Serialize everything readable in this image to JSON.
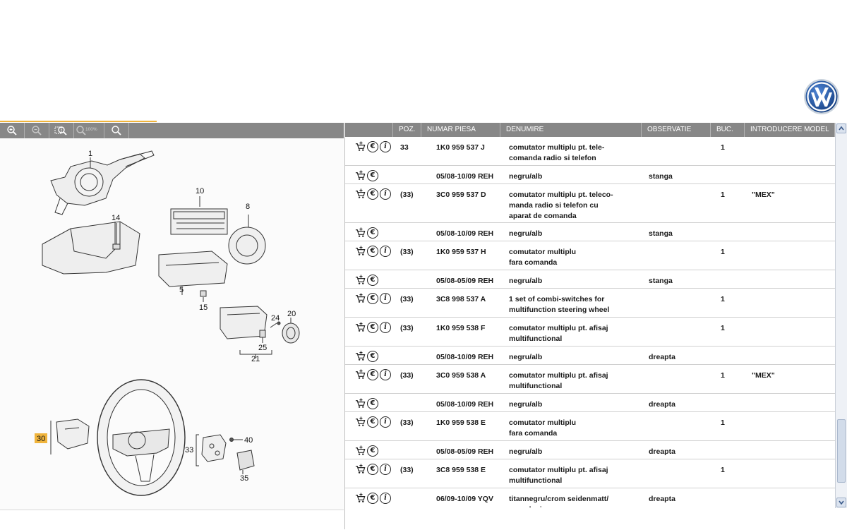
{
  "toolbar": {
    "buttons": [
      {
        "name": "zoom-in-icon"
      },
      {
        "name": "zoom-out-icon"
      },
      {
        "name": "zoom-area-icon"
      },
      {
        "name": "zoom-100-icon",
        "label": "100%"
      },
      {
        "name": "search-icon"
      }
    ]
  },
  "diagram": {
    "callouts": [
      "1",
      "14",
      "10",
      "8",
      "5",
      "15",
      "24",
      "20",
      "25",
      "21",
      "30",
      "33",
      "40",
      "35"
    ],
    "highlight_color": "#f0b43c"
  },
  "table": {
    "headers": [
      "POZ.",
      "NUMAR PIESA",
      "DENUMIRE",
      "OBSERVATIE",
      "BUC.",
      "INTRODUCERE MODEL"
    ],
    "rows": [
      {
        "info": true,
        "poz": "33",
        "part": "1K0 959 537 J",
        "name": "comutator multiplu pt. tele-\ncomanda radio si telefon",
        "obs": "",
        "qty": "1",
        "model": ""
      },
      {
        "info": false,
        "poz": "",
        "part": "05/08-10/09 REH",
        "name": "negru/alb",
        "obs": "stanga",
        "qty": "",
        "model": ""
      },
      {
        "info": true,
        "poz": "(33)",
        "part": "3C0 959 537 D",
        "name": "comutator multiplu pt. teleco-\nmanda radio si telefon cu\naparat de comanda",
        "obs": "",
        "qty": "1",
        "model": "\"MEX\""
      },
      {
        "info": false,
        "poz": "",
        "part": "05/08-10/09 REH",
        "name": "negru/alb",
        "obs": "stanga",
        "qty": "",
        "model": ""
      },
      {
        "info": true,
        "poz": "(33)",
        "part": "1K0 959 537 H",
        "name": "comutator multiplu\nfara comanda",
        "obs": "",
        "qty": "1",
        "model": ""
      },
      {
        "info": false,
        "poz": "",
        "part": "05/08-05/09 REH",
        "name": "negru/alb",
        "obs": "stanga",
        "qty": "",
        "model": ""
      },
      {
        "info": true,
        "poz": "(33)",
        "part": "3C8 998 537 A",
        "name": "1 set of combi-switches for\nmultifunction steering wheel",
        "obs": "",
        "qty": "1",
        "model": ""
      },
      {
        "info": true,
        "poz": "(33)",
        "part": "1K0 959 538 F",
        "name": "comutator multiplu pt. afisaj\nmultifunctional",
        "obs": "",
        "qty": "1",
        "model": ""
      },
      {
        "info": false,
        "poz": "",
        "part": "05/08-10/09 REH",
        "name": "negru/alb",
        "obs": "dreapta",
        "qty": "",
        "model": ""
      },
      {
        "info": true,
        "poz": "(33)",
        "part": "3C0 959 538 A",
        "name": "comutator multiplu pt. afisaj\nmultifunctional",
        "obs": "",
        "qty": "1",
        "model": "\"MEX\""
      },
      {
        "info": false,
        "poz": "",
        "part": "05/08-10/09 REH",
        "name": "negru/alb",
        "obs": "dreapta",
        "qty": "",
        "model": ""
      },
      {
        "info": true,
        "poz": "(33)",
        "part": "1K0 959 538 E",
        "name": "comutator multiplu\nfara comanda",
        "obs": "",
        "qty": "1",
        "model": ""
      },
      {
        "info": false,
        "poz": "",
        "part": "05/08-05/09 REH",
        "name": "negru/alb",
        "obs": "dreapta",
        "qty": "",
        "model": ""
      },
      {
        "info": true,
        "poz": "(33)",
        "part": "3C8 959 538 E",
        "name": "comutator multiplu pt. afisaj\nmultifunctional",
        "obs": "",
        "qty": "1",
        "model": ""
      },
      {
        "info": true,
        "poz": "",
        "part": "06/09-10/09 YQV",
        "name": "titannegru/crom seidenmatt/\ncrom lucios",
        "obs": "dreapta",
        "qty": "",
        "model": ""
      }
    ]
  },
  "icons": {
    "cart": "cart-icon",
    "euro": "euro-icon",
    "euro_glyph": "€",
    "info": "info-icon",
    "info_glyph": "i"
  },
  "colors": {
    "header_bg": "#878787",
    "accent": "#f0b43c",
    "logo_blue": "#1f4e96"
  }
}
